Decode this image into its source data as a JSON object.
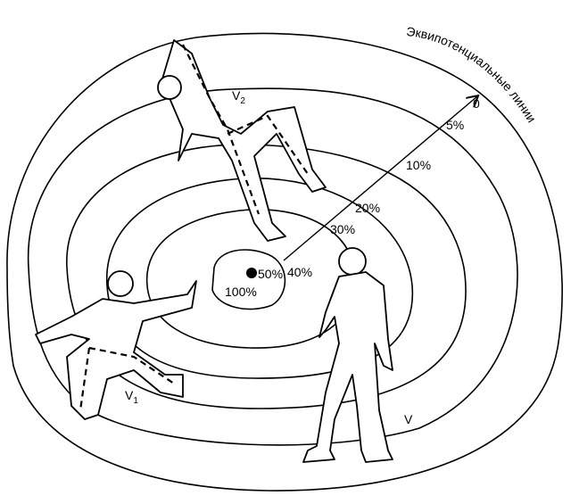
{
  "title": "Эквипотенциальные линии",
  "potential_labels": [
    "0",
    "5%",
    "10%",
    "20%",
    "30%",
    "40%",
    "50%",
    "100%"
  ],
  "voltage_labels": {
    "v": "V",
    "v1": "V",
    "v1_sub": "1",
    "v2": "V",
    "v2_sub": "2"
  }
}
